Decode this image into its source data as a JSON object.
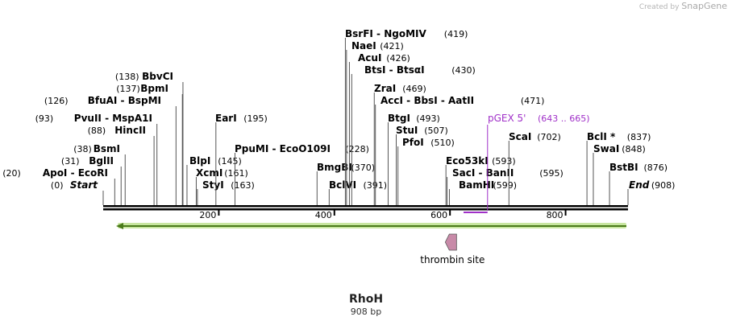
{
  "credit": {
    "prefix": "Created by",
    "brand": "SnapGene"
  },
  "sequence": {
    "name": "RhoH",
    "length_label": "908 bp",
    "length": 908
  },
  "sites": [
    {
      "name": "Start",
      "pos_label": "(0)",
      "pos": 0,
      "italic": true
    },
    {
      "name": "ApoI  -  EcoRI",
      "pos_label": "(20)",
      "pos": 20
    },
    {
      "name": "BglII",
      "pos_label": "(31)",
      "pos": 31
    },
    {
      "name": "BsmI",
      "pos_label": "(38)",
      "pos": 38
    },
    {
      "name": "HincII",
      "pos_label": "(88)",
      "pos": 88
    },
    {
      "name": "PvuII  -  MspA1I",
      "pos_label": "(93)",
      "pos": 93
    },
    {
      "name": "BfuAI  -  BspMI",
      "pos_label": "(126)",
      "pos": 126
    },
    {
      "name": "BpmI",
      "pos_label": "(137)",
      "pos": 137
    },
    {
      "name": "BbvCI",
      "pos_label": "(138)",
      "pos": 138
    },
    {
      "name": "BlpI",
      "pos_label": "(145)",
      "pos": 145
    },
    {
      "name": "XcmI",
      "pos_label": "(161)",
      "pos": 161
    },
    {
      "name": "StyI",
      "pos_label": "(163)",
      "pos": 163
    },
    {
      "name": "EarI",
      "pos_label": "(195)",
      "pos": 195
    },
    {
      "name": "PpuMI  -  EcoO109I",
      "pos_label": "(228)",
      "pos": 228
    },
    {
      "name": "BmgBI",
      "pos_label": "(370)",
      "pos": 370
    },
    {
      "name": "BclVI",
      "pos_label": "(391)",
      "pos": 391
    },
    {
      "name": "BsrFI  -  NgoMIV",
      "pos_label": "(419)",
      "pos": 419
    },
    {
      "name": "NaeI",
      "pos_label": "(421)",
      "pos": 421
    },
    {
      "name": "AcuI",
      "pos_label": "(426)",
      "pos": 426
    },
    {
      "name": "BtsI  -  BtsαI",
      "pos_label": "(430)",
      "pos": 430
    },
    {
      "name": "ZraI",
      "pos_label": "(469)",
      "pos": 469
    },
    {
      "name": "AccI  -  BbsI  -  AatII",
      "pos_label": "(471)",
      "pos": 471
    },
    {
      "name": "BtgI",
      "pos_label": "(493)",
      "pos": 493
    },
    {
      "name": "StuI",
      "pos_label": "(507)",
      "pos": 507
    },
    {
      "name": "PfoI",
      "pos_label": "(510)",
      "pos": 510
    },
    {
      "name": "Eco53kI",
      "pos_label": "(593)",
      "pos": 593
    },
    {
      "name": "SacI  -  BanII",
      "pos_label": "(595)",
      "pos": 595
    },
    {
      "name": "BamHI",
      "pos_label": "(599)",
      "pos": 599
    },
    {
      "name": "ScaI",
      "pos_label": "(702)",
      "pos": 702
    },
    {
      "name": "BclI *",
      "pos_label": "(837)",
      "pos": 837
    },
    {
      "name": "SwaI",
      "pos_label": "(848)",
      "pos": 848
    },
    {
      "name": "BstBI",
      "pos_label": "(876)",
      "pos": 876
    },
    {
      "name": "End",
      "pos_label": "(908)",
      "pos": 908,
      "italic": true
    }
  ],
  "primer": {
    "name": "pGEX 5'",
    "range_label": "(643 .. 665)",
    "start": 643,
    "end": 665,
    "color": "#a030c8"
  },
  "axis_ticks": [
    "200",
    "400",
    "600",
    "800"
  ],
  "orf": {
    "start": 0,
    "end": 908,
    "fill": "#c8e6a0",
    "stroke": "#4a7a1a"
  },
  "feature": {
    "label": "thrombin site",
    "pos": 603,
    "fill": "#c88aa8"
  }
}
